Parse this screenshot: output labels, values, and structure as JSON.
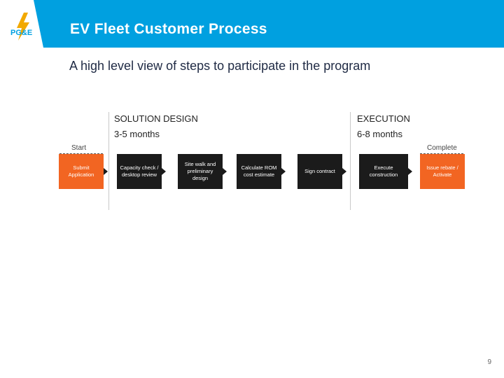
{
  "header": {
    "title": "EV Fleet Customer Process",
    "logo_text": "PG&E"
  },
  "subtitle": "A high level view of steps to participate in the program",
  "phases": [
    {
      "label": "SOLUTION DESIGN",
      "duration": "3-5 months"
    },
    {
      "label": "EXECUTION",
      "duration": "6-8 months"
    }
  ],
  "endpoints": {
    "start": "Start",
    "complete": "Complete"
  },
  "steps": [
    {
      "label": "Submit Application",
      "color": "#f26522"
    },
    {
      "label": "Capacity check / desktop review",
      "color": "#1b1b1b"
    },
    {
      "label": "Site walk and preliminary design",
      "color": "#1b1b1b"
    },
    {
      "label": "Calculate ROM cost estimate",
      "color": "#1b1b1b"
    },
    {
      "label": "Sign contract",
      "color": "#1b1b1b"
    },
    {
      "label": "Execute construction",
      "color": "#1b1b1b"
    },
    {
      "label": "Issue rebate / Activate",
      "color": "#f26522"
    }
  ],
  "footer": {
    "page_number": "9"
  },
  "colors": {
    "brand_blue": "#00a0e0",
    "accent_orange": "#f26522",
    "step_dark": "#1b1b1b"
  }
}
